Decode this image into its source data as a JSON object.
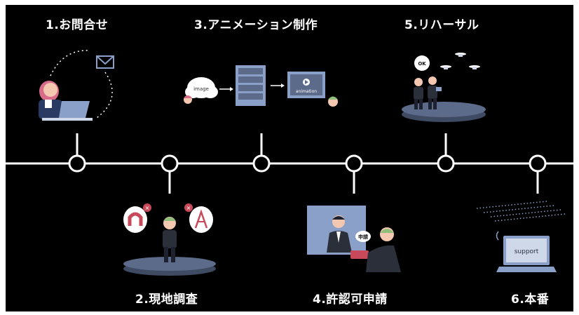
{
  "colors": {
    "background": "#000000",
    "timeline": "#ffffff",
    "platform": "#5d6b8a",
    "monitor": "#8aa0c8",
    "skin": "#f3c7b0",
    "hair_pink": "#d86a8a",
    "hair_green": "#8fbf7a",
    "suit": "#2b2f3a",
    "red_accent": "#c84a5a"
  },
  "steps": [
    {
      "title": "1.お問合せ",
      "icon": "inquiry-illustration"
    },
    {
      "title": "2.現地調査",
      "icon": "site-survey-illustration"
    },
    {
      "title": "3.アニメーション制作",
      "icon": "animation-production-illustration",
      "labels": {
        "image": "image",
        "animation": "animation"
      }
    },
    {
      "title": "4.許認可申請",
      "icon": "permit-application-illustration",
      "labels": {
        "document": "申請"
      }
    },
    {
      "title": "5.リハーサル",
      "icon": "rehearsal-illustration",
      "labels": {
        "bubble": "OK"
      }
    },
    {
      "title": "6.本番",
      "icon": "performance-illustration",
      "labels": {
        "screen": "support"
      }
    }
  ]
}
